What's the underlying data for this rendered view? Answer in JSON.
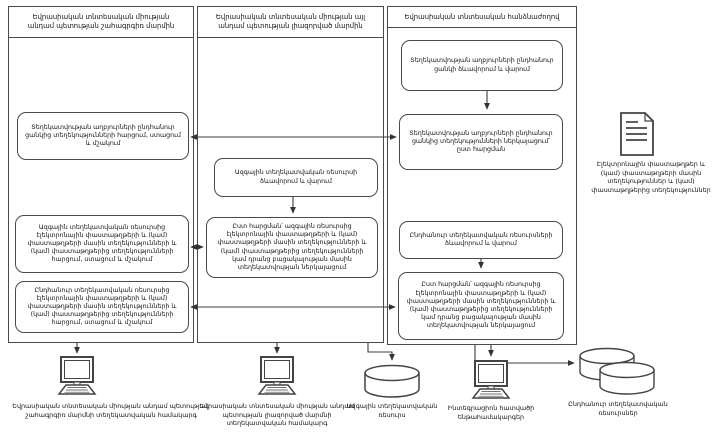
{
  "diagram": {
    "lanes": [
      {
        "header": "Եվրասիական տնտեսական միության անդամ պետության շահագրգիռ մարմին"
      },
      {
        "header": "Եվրասիական տնտեսական միության այլ անդամ պետության լիազորված մարմին"
      },
      {
        "header": "Եվրասիական տնտեսական հանձնաժողով"
      }
    ],
    "boxes": {
      "c1b1": "Տեղեկատվության աղբյուրների ընդհանուր ցանկից տեղեկությունների հարցում, ստացում և մշակում",
      "c1b2": "Ազգային տեղեկատվական ռեսուրսից էլեկտրոնային փաստաթղթերի և (կամ) փաստաթղթերի մասին տեղեկությունների և (կամ) փաստաթղթերից տեղեկությունների հարցում, ստացում և մշակում",
      "c1b3": "Ընդհանուր տեղեկատվական ռեսուրսից էլեկտրոնային փաստաթղթերի և (կամ) փաստաթղթերի մասին տեղեկությունների և (կամ) փաստաթղթերից տեղեկությունների հարցում, ստացում և մշակում",
      "c2b1": "Ազգային տեղեկատվական ռեսուրսի ձևավորում և վարում",
      "c2b2": "Ըստ հարցման՝ ազգային ռեսուրսից էլեկտրոնային փաստաթղթերի և (կամ) փաստաթղթերի մասին տեղեկությունների և (կամ) փաստաթղթերից տեղեկությունների կամ դրանց բացակայության մասին տեղեկատվության ներկայացում",
      "c3b1": "Տեղեկատվության աղբյուրների ընդհանուր ցանկի ձևավորում և վարում",
      "c3b2": "Տեղեկատվության աղբյուրների ընդհանուր ցանկից տեղեկությունների ներկայացում՝ ըստ հարցման",
      "c3b3": "Ընդհանուր տեղեկատվական ռեսուրսների ձևավորում և վարում",
      "c3b4": "Ըստ հարցման՝ ազգային ռեսուրսից էլեկտրոնային փաստաթղթերի և (կամ) փաստաթղթերի մասին տեղեկությունների և (կամ) փաստաթղթերից տեղեկությունների կամ դրանց բացակայության մասին տեղեկատվության ներկայացում"
    },
    "side_note": "Էլեկտրոնային փաստաթղթեր և (կամ) փաստաթղթերի մասին տեղեկություններ և (կամ) փաստաթղթերից տեղեկություններ",
    "bottom_items": [
      {
        "icon": "computer-icon",
        "label": "Եվրասիական տնտեսական միության անդամ պետության շահագրգիռ մարմնի տեղեկատվական համակարգ"
      },
      {
        "icon": "computer-icon",
        "label": "Եվրասիական տնտեսական միության անդամ պետության լիազորված մարմնի տեղեկատվական համակարգ"
      },
      {
        "icon": "database-icon",
        "label": "Ազգային տեղեկատվական ռեսուրս"
      },
      {
        "icon": "computer-icon",
        "label": "Ինտեգրացիոն հատվածի ենթահամակարգեր"
      },
      {
        "icon": "databases-icon",
        "label": "Ընդհանուր տեղեկատվական ռեսուրսներ"
      }
    ],
    "colors": {
      "line": "#4a4a4a",
      "text": "#111111",
      "background": "#ffffff"
    }
  }
}
